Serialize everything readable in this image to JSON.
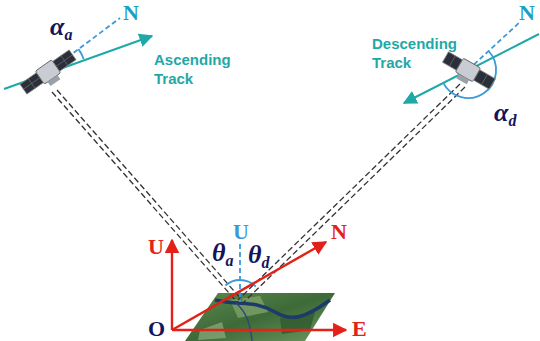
{
  "diagram": {
    "labels": [
      "N",
      "αa",
      "Ascending Track",
      "N",
      "Descending Track",
      "αd",
      "U",
      "θa",
      "θd",
      "N",
      "U",
      "O",
      "E"
    ]
  }
}
